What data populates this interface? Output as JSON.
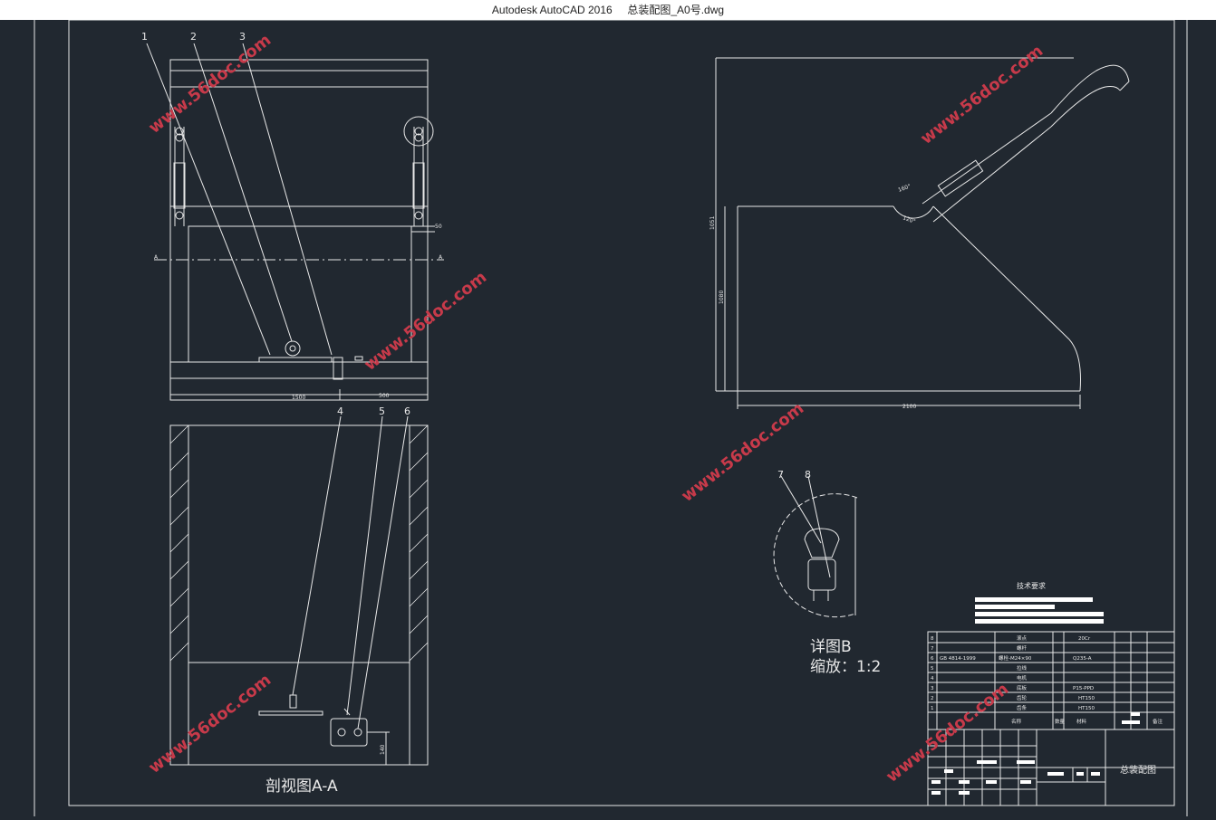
{
  "window": {
    "app_name": "Autodesk AutoCAD 2016",
    "file_name": "总装配图_A0号.dwg"
  },
  "colors": {
    "background": "#212830",
    "line": "#e8e8e8",
    "watermark": "#c73a4a"
  },
  "callouts": [
    "1",
    "2",
    "3",
    "4",
    "5",
    "6",
    "7",
    "8"
  ],
  "dimensions": {
    "width_left": "1500",
    "width_right": "500",
    "gap": "50",
    "side_height_total": "1051",
    "side_height": "1080",
    "side_base": "2100",
    "section_bottom": "140",
    "angle_a": "160°",
    "angle_b": "120°",
    "section_marker": "A"
  },
  "labels": {
    "section_view": "剖视图A-A",
    "detail_view": "详图B",
    "detail_scale": "缩放：1:2",
    "tech_requirements": "技术要求"
  },
  "parts_table": {
    "header_name": "名称",
    "header_qty": "数量",
    "header_material": "材料",
    "header_note": "备注",
    "rows": [
      {
        "no": "8",
        "code": "",
        "name": "滚点",
        "qty": "",
        "material": "20Cr"
      },
      {
        "no": "7",
        "code": "",
        "name": "螺杆",
        "qty": "",
        "material": ""
      },
      {
        "no": "6",
        "code": "GB 4814-1999",
        "name": "螺栓-M24×90",
        "qty": "",
        "material": "Q235-A"
      },
      {
        "no": "5",
        "code": "",
        "name": "拉线",
        "qty": "",
        "material": ""
      },
      {
        "no": "4",
        "code": "",
        "name": "电机",
        "qty": "",
        "material": ""
      },
      {
        "no": "3",
        "code": "",
        "name": "底板",
        "qty": "",
        "material": "P15-PPD"
      },
      {
        "no": "2",
        "code": "",
        "name": "齿轮",
        "qty": "",
        "material": "HT150"
      },
      {
        "no": "1",
        "code": "",
        "name": "齿条",
        "qty": "",
        "material": "HT150"
      }
    ]
  },
  "title_block": {
    "drawing_title": "总装配图"
  },
  "watermark": "www.56doc.com"
}
